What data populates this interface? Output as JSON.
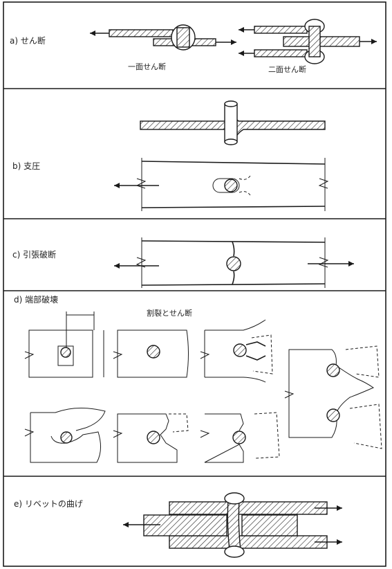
{
  "panels": {
    "a": {
      "label": "a) せん断",
      "caption_single": "一面せん断",
      "caption_double": "二面せん断"
    },
    "b": {
      "label": "b) 支圧"
    },
    "c": {
      "label": "c) 引張破断"
    },
    "d": {
      "label": "d) 端部破壊",
      "caption": "割裂とせん断"
    },
    "e": {
      "label": "e) リベットの曲げ"
    }
  }
}
